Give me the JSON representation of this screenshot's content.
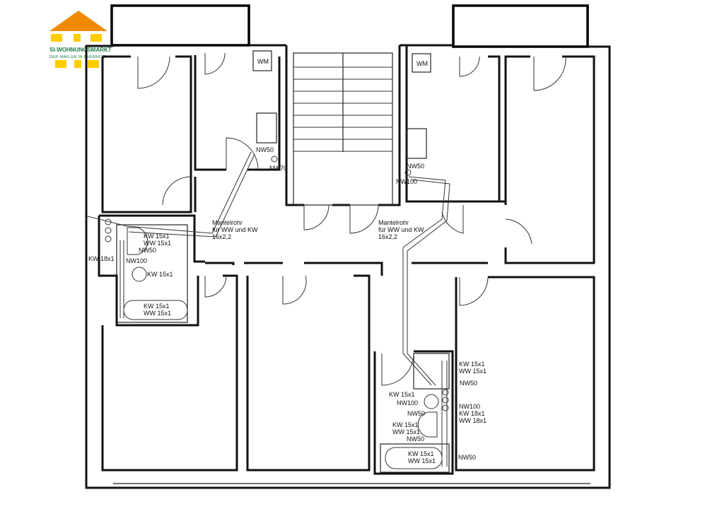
{
  "logo": {
    "name": "SI-WOHNUNGSMARKT",
    "tagline": "DER MAKLER IN CHEMNITZ",
    "roof_color": "#f08a00",
    "block_color": "#ffcc00",
    "text_color": "#1f7a4a"
  },
  "labels": {
    "wm_left": "WM",
    "wm_right": "WM",
    "nw50_kitchen_left": "NW50",
    "nw70_left": "NW70",
    "nw50_kitchen_right": "NW50",
    "nw100_right": "NW100",
    "mantelrohr_left": [
      "Mantelrohr",
      "für WW und KW",
      "16x2,2"
    ],
    "mantelrohr_right": [
      "Mantelrohr",
      "für WW und KW",
      "16x2,2"
    ],
    "left_bath": {
      "sink_kw": "KW  15x1",
      "sink_ww": "WW  15x1",
      "sink_nw": "NW50",
      "riser": "KW  18x1",
      "wc_nw": "NW100",
      "wc_kw": "KW  15x1",
      "tub_kw": "KW  15x1",
      "tub_ww": "WW  15x1"
    },
    "right_bath": {
      "shower_kw": "KW  15x1",
      "shower_ww": "WW  15x1",
      "nw50_a": "NW50",
      "wc_kw": "KW  15x1",
      "wc_nw": "NW100",
      "nw100_b": "NW100",
      "riser_kw": "KW  18x1",
      "riser_ww": "WW  18x1",
      "nw50_b": "NW50",
      "sink_kw": "KW  15x1",
      "sink_ww": "WW  15x1",
      "sink_nw": "NW50",
      "tub_kw": "KW  15x1",
      "tub_ww": "WW  15x1",
      "tub_nw": "NW50"
    }
  }
}
